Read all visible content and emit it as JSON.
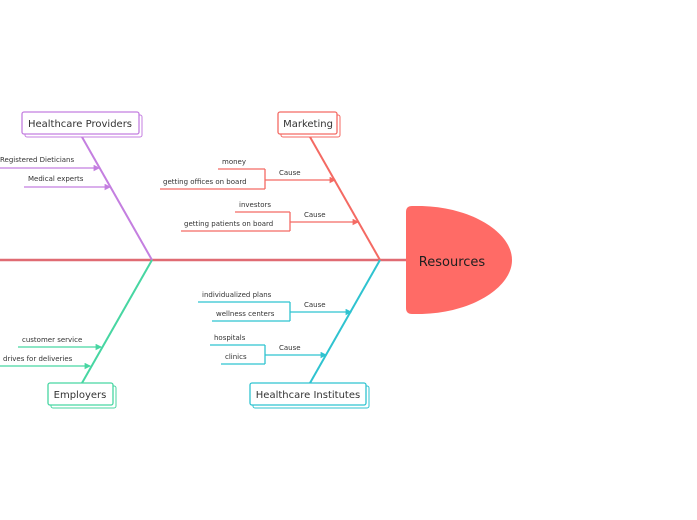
{
  "colors": {
    "spine": "#e06b73",
    "head": "#ff6b66",
    "marketing": "#f46a63",
    "providers": "#c47fe0",
    "employers": "#47d6a2",
    "institutes": "#2fc3d0"
  },
  "head": {
    "label": "Resources"
  },
  "categories": {
    "providers": {
      "label": "Healthcare Providers",
      "items": [
        "Registered Dieticians",
        "Medical experts"
      ]
    },
    "marketing": {
      "label": "Marketing",
      "groups": [
        {
          "cause": "Cause",
          "items": [
            "money",
            "getting offices on board"
          ]
        },
        {
          "cause": "Cause",
          "items": [
            "investors",
            "getting patients on board"
          ]
        }
      ]
    },
    "employers": {
      "label": "Employers",
      "items": [
        "customer service",
        "drives for deliveries"
      ]
    },
    "institutes": {
      "label": "Healthcare Institutes",
      "groups": [
        {
          "cause": "Cause",
          "items": [
            "individualized plans",
            "wellness centers"
          ]
        },
        {
          "cause": "Cause",
          "items": [
            "hospitals",
            "clinics"
          ]
        }
      ]
    }
  }
}
